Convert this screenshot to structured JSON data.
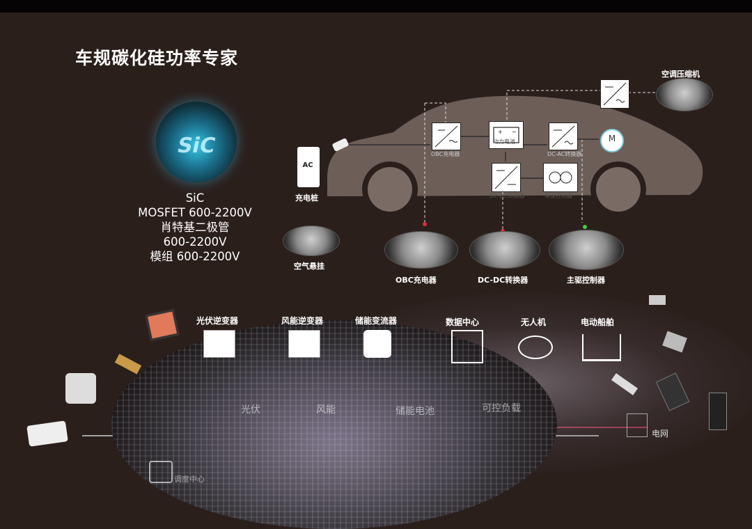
{
  "title": "车规碳化硅功率专家",
  "sic": {
    "chip_label": "SiC",
    "specs": [
      "SiC",
      "MOSFET 600-2200V",
      "肖特基二极管",
      "600-2200V",
      "模组 600-2200V"
    ]
  },
  "car_diagram": {
    "charging_pile": "充电桩",
    "charging_pile_ac": "AC",
    "obc_small": "OBC充电器",
    "battery_small": "动力电池",
    "dcac_small": "DC-AC转换器",
    "dcdc_small": "DC-DC转换器",
    "control_small": "车身控制器",
    "motor": "M",
    "ac_compressor": "空调压缩机",
    "air_suspension": "空气悬挂",
    "obc_charger": "OBC充电器",
    "dcdc_converter": "DC-DC转换器",
    "main_controller": "主驱控制器"
  },
  "applications": [
    {
      "label": "光伏逆变器",
      "icon": "solar-inverter-icon"
    },
    {
      "label": "风能逆变器",
      "icon": "wind-inverter-icon"
    },
    {
      "label": "储能变流器",
      "icon": "storage-converter-icon"
    },
    {
      "label": "数据中心",
      "icon": "data-center-icon"
    },
    {
      "label": "无人机",
      "icon": "drone-icon"
    },
    {
      "label": "电动船舶",
      "icon": "ship-icon"
    }
  ],
  "grid_row": {
    "solar": "光伏",
    "wind": "风能",
    "storage_battery": "储能电池",
    "controllable_load": "可控负载",
    "power_grid": "电网",
    "dispatch_center": "调度中心"
  },
  "colors": {
    "background": "#2b1f1c",
    "car_body": "#6d5f58",
    "grid_line": "#c4435c",
    "motor_ring": "#7ec8e0"
  }
}
